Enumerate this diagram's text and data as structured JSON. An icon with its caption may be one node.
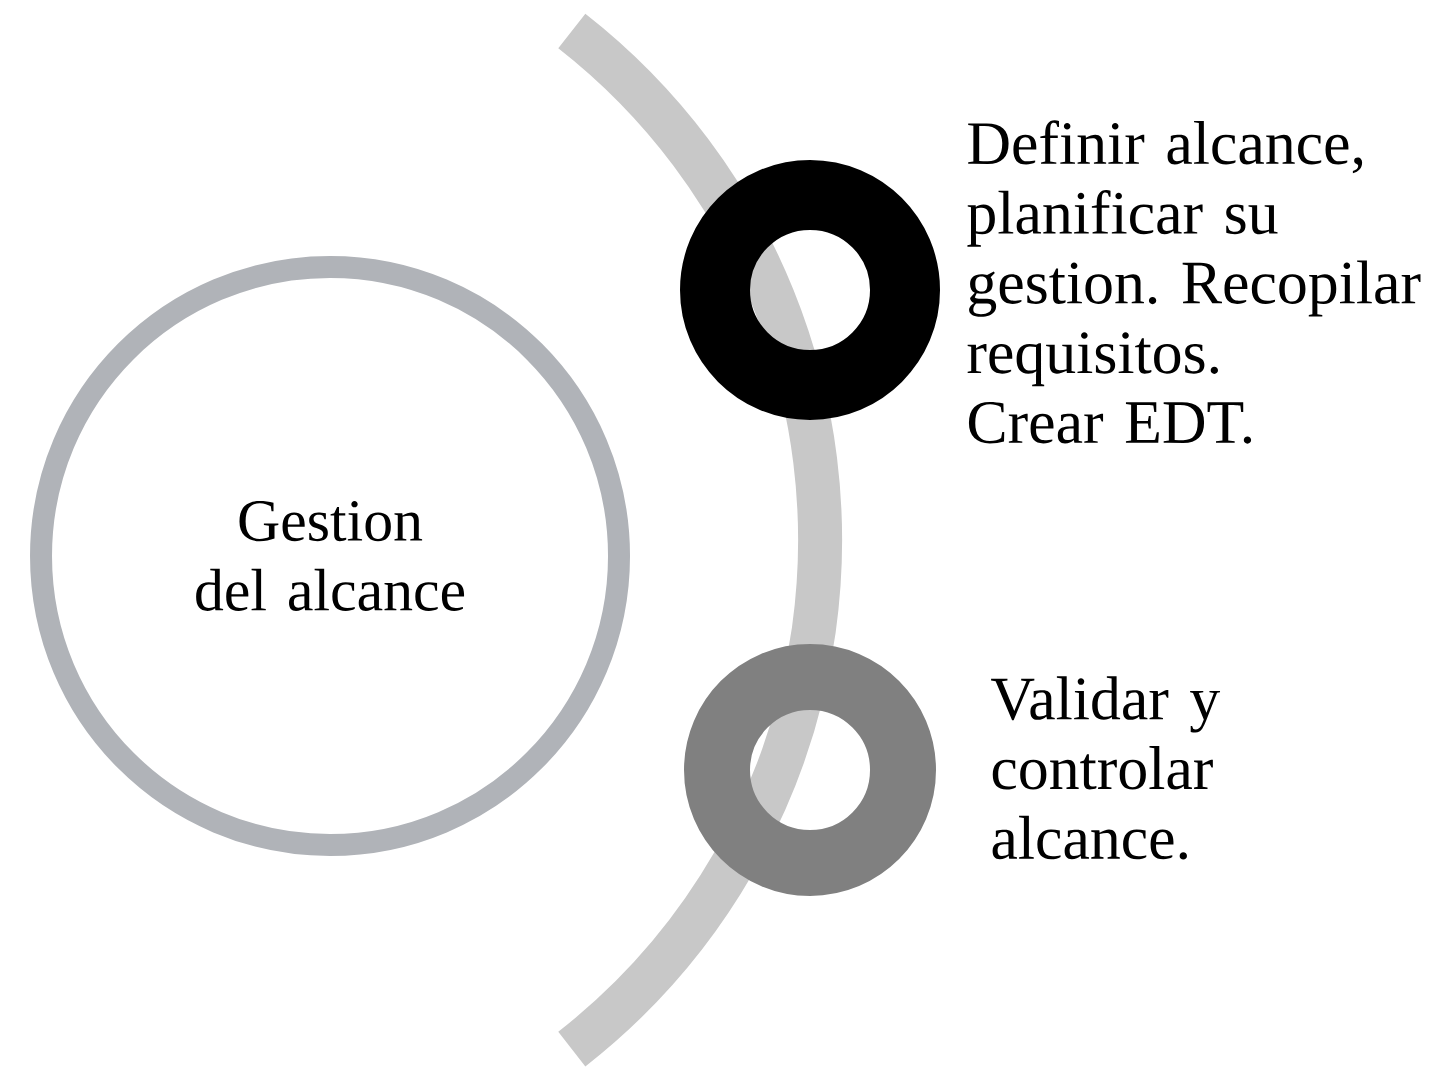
{
  "diagram": {
    "nodes": [
      {
        "text": [
          "Gestion del alcance"
        ]
      },
      {
        "text": [],
        "shape": "circle",
        "beside": [
          "Definir alcance, planificar su gestion. Recopilar requisitos.",
          "Crear EDT."
        ]
      },
      {
        "text": [],
        "shape": "circle",
        "beside": [
          "Validar y controlar alcance."
        ]
      }
    ]
  }
}
